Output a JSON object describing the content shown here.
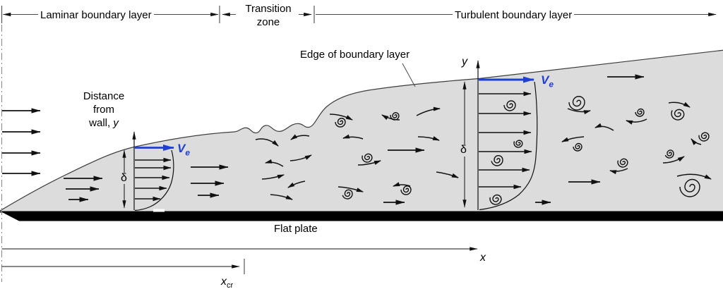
{
  "top_dimensions": {
    "laminar_label": "Laminar boundary layer",
    "transition_label_line1": "Transition",
    "transition_label_line2": "zone",
    "turbulent_label": "Turbulent boundary layer"
  },
  "labels": {
    "edge_of_boundary_layer": "Edge of boundary layer",
    "distance_line1": "Distance",
    "distance_line2": "from",
    "distance_line3_prefix": "wall, ",
    "distance_line3_italic": "y",
    "flat_plate": "Flat plate",
    "delta_laminar": "δ",
    "delta_turbulent": "δ",
    "y_axis": "y",
    "x_axis": "x",
    "x_cr_base": "x",
    "x_cr_sub": "cr",
    "ve_base": "V",
    "ve_sub": "e"
  },
  "colors": {
    "boundary_fill": "#dcdcdc",
    "edge_stroke": "#3c3c3c",
    "accent_blue": "#1e3fd2",
    "plate_black": "#000000",
    "dimension_gray": "#4a4a4a"
  },
  "decorations": {
    "straight_arrows": [
      [
        3,
        157,
        57,
        157
      ],
      [
        3,
        187,
        57,
        187
      ],
      [
        3,
        217,
        57,
        217
      ],
      [
        3,
        246,
        57,
        246
      ],
      [
        90,
        253,
        145,
        253
      ],
      [
        93,
        268,
        140,
        268
      ],
      [
        97,
        283,
        125,
        283
      ],
      [
        270,
        237,
        323,
        237
      ],
      [
        270,
        260,
        317,
        260
      ],
      [
        280,
        277,
        310,
        277
      ],
      [
        549,
        213,
        601,
        213
      ],
      [
        543,
        287,
        573,
        287
      ],
      [
        860,
        109,
        912,
        109
      ],
      [
        805,
        258,
        850,
        258
      ],
      [
        758,
        287,
        780,
        287
      ]
    ],
    "curved_arrows": [
      [
        362,
        198,
        379,
        194,
        394,
        207
      ],
      [
        438,
        193,
        424,
        190,
        412,
        198
      ],
      [
        411,
        228,
        427,
        227,
        441,
        220
      ],
      [
        401,
        236,
        388,
        228,
        376,
        231
      ],
      [
        371,
        254,
        387,
        253,
        402,
        248
      ],
      [
        432,
        257,
        420,
        259,
        408,
        266
      ],
      [
        383,
        276,
        400,
        277,
        414,
        283
      ],
      [
        467,
        162,
        483,
        162,
        499,
        170
      ],
      [
        514,
        197,
        500,
        192,
        486,
        196
      ],
      [
        507,
        234,
        522,
        234,
        539,
        228
      ],
      [
        479,
        265,
        496,
        266,
        514,
        272
      ],
      [
        566,
        170,
        553,
        170,
        541,
        163
      ],
      [
        590,
        164,
        607,
        155,
        623,
        154
      ],
      [
        592,
        194,
        608,
        194,
        622,
        199
      ],
      [
        618,
        244,
        634,
        246,
        649,
        252
      ],
      [
        581,
        264,
        569,
        260,
        557,
        264
      ],
      [
        804,
        154,
        820,
        161,
        836,
        157
      ],
      [
        916,
        169,
        902,
        176,
        887,
        171
      ],
      [
        947,
        146,
        962,
        143,
        977,
        152
      ],
      [
        869,
        185,
        855,
        176,
        843,
        181
      ],
      [
        827,
        194,
        810,
        195,
        796,
        201
      ],
      [
        889,
        239,
        876,
        245,
        864,
        242
      ],
      [
        939,
        231,
        954,
        231,
        969,
        222
      ],
      [
        993,
        205,
        984,
        203,
        979,
        197
      ],
      [
        959,
        250,
        984,
        243,
        1007,
        254
      ]
    ],
    "swirls": [
      [
        482,
        173,
        7,
        0
      ],
      [
        520,
        223,
        7,
        20
      ],
      [
        492,
        275,
        7,
        -15
      ],
      [
        559,
        164,
        6,
        10
      ],
      [
        575,
        269,
        7,
        0
      ],
      [
        722,
        149,
        8,
        0
      ],
      [
        734,
        203,
        6,
        25
      ],
      [
        704,
        227,
        8,
        -10
      ],
      [
        702,
        282,
        8,
        15
      ],
      [
        817,
        145,
        11,
        0
      ],
      [
        906,
        159,
        6,
        0
      ],
      [
        960,
        161,
        9,
        30
      ],
      [
        818,
        208,
        6,
        0
      ],
      [
        882,
        230,
        7,
        20
      ],
      [
        948,
        218,
        6,
        -20
      ],
      [
        997,
        193,
        7,
        10
      ],
      [
        977,
        265,
        14,
        0
      ]
    ],
    "laminar_profile_arrows": [
      [
        191,
        227,
        242
      ],
      [
        191,
        238,
        242
      ],
      [
        191,
        252,
        240
      ],
      [
        191,
        267,
        236
      ],
      [
        191,
        282,
        227
      ]
    ],
    "turbulent_profile_arrows": [
      [
        678,
        133,
        752
      ],
      [
        678,
        161,
        752
      ],
      [
        678,
        188,
        752
      ],
      [
        678,
        215,
        753
      ],
      [
        678,
        241,
        750
      ],
      [
        678,
        265,
        738
      ]
    ]
  }
}
